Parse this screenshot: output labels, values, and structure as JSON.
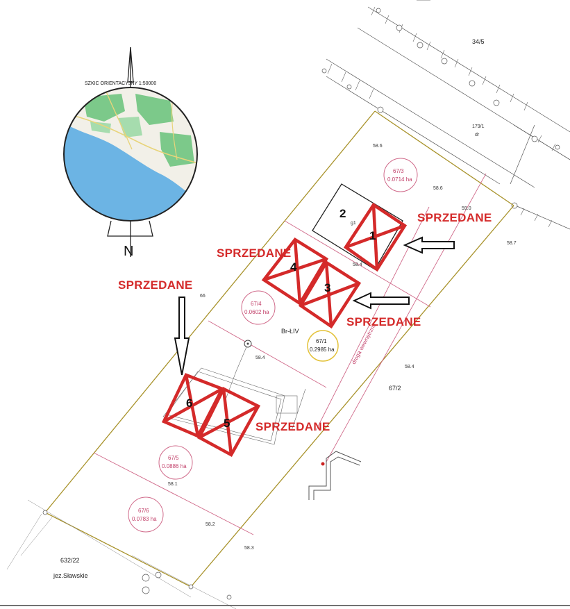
{
  "sketch": {
    "title": "SZKIC ORIENTACYJNY 1:50000",
    "north_letter": "N"
  },
  "sold_labels": [
    "SPRZEDANE",
    "SPRZEDANE",
    "SPRZEDANE",
    "SPRZEDANE",
    "SPRZEDANE"
  ],
  "lot_numbers": [
    "1",
    "2",
    "3",
    "4",
    "5",
    "6"
  ],
  "parcels": [
    {
      "id": "67/3",
      "area": "0.0714 ha"
    },
    {
      "id": "67/4",
      "area": "0.0602 ha"
    },
    {
      "id": "67/1",
      "area": "0.2985 ha"
    },
    {
      "id": "67/5",
      "area": "0.0886 ha"
    },
    {
      "id": "67/6",
      "area": "0.0783 ha"
    }
  ],
  "map_labels": {
    "parcel_34_5": "34/5",
    "parcel_179_1": "179/1",
    "dr": "dr",
    "parcel_67_2": "67/2",
    "parcel_632_22": "632/22",
    "lake": "jez.Sławskie",
    "soil_class": "Br-ŁIV",
    "road": "droga wewnętrzna",
    "num_66": "66",
    "g1": "g1"
  },
  "elevations": [
    "58.6",
    "58.6",
    "59.0",
    "58.7",
    "58.4",
    "58.4",
    "58.4",
    "58.1",
    "58.2",
    "58.3"
  ],
  "colors": {
    "sold_red": "#d42a2a",
    "parcel_pink": "#c2416a",
    "boundary_olive": "#a8922a",
    "water_blue": "#6cb4e4",
    "forest_green": "#7cc98a"
  }
}
